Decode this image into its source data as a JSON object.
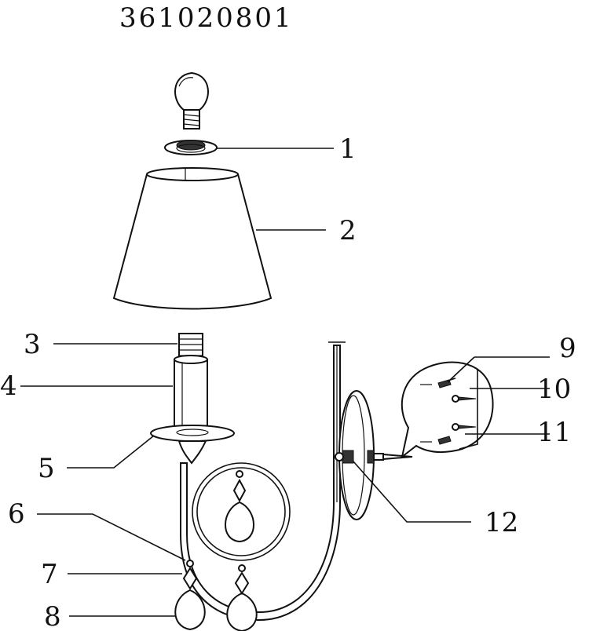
{
  "title": "361020801",
  "labels": {
    "l1": "1",
    "l2": "2",
    "l3": "3",
    "l4": "4",
    "l5": "5",
    "l6": "6",
    "l7": "7",
    "l8": "8",
    "l9": "9",
    "l10": "10",
    "l11": "11",
    "l12": "12"
  }
}
